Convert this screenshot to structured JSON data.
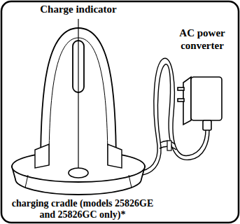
{
  "diagram": {
    "labels": [
      "Charge indicator",
      "AC power converter",
      "charging cradle (models 25826GE and 25826GC only)*"
    ]
  }
}
